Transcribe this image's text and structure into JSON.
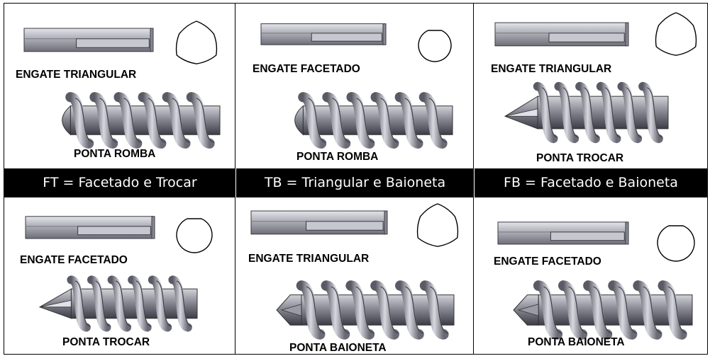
{
  "cells": [
    {
      "engate": "ENGATE TRIANGULAR",
      "ponta": "PONTA ROMBA",
      "engate_shape": "triangle-profile-icon",
      "tip_shape": "blunt-tip"
    },
    {
      "engate": "ENGATE FACETADO",
      "ponta": "PONTA ROMBA",
      "engate_shape": "faceted-profile-icon",
      "tip_shape": "blunt-tip"
    },
    {
      "engate": "ENGATE TRIANGULAR",
      "ponta": "PONTA TROCAR",
      "engate_shape": "triangle-profile-icon",
      "tip_shape": "trocar-tip"
    },
    {
      "engate": "ENGATE FACETADO",
      "ponta": "PONTA TROCAR",
      "engate_shape": "faceted-profile-icon",
      "tip_shape": "trocar-tip"
    },
    {
      "engate": "ENGATE TRIANGULAR",
      "ponta": "PONTA BAIONETA",
      "engate_shape": "triangle-profile-icon",
      "tip_shape": "bayonet-tip"
    },
    {
      "engate": "ENGATE FACETADO",
      "ponta": "PONTA BAIONETA",
      "engate_shape": "faceted-profile-icon",
      "tip_shape": "bayonet-tip"
    }
  ],
  "legend": [
    "FT = Facetado e Trocar",
    "TB = Triangular e Baioneta",
    "FB = Facetado e Baioneta"
  ],
  "colors": {
    "metal_light": "#c8c8d0",
    "metal_mid": "#8e8e98",
    "metal_dark": "#4e4e58",
    "band": "#000000",
    "band_text": "#ffffff"
  }
}
